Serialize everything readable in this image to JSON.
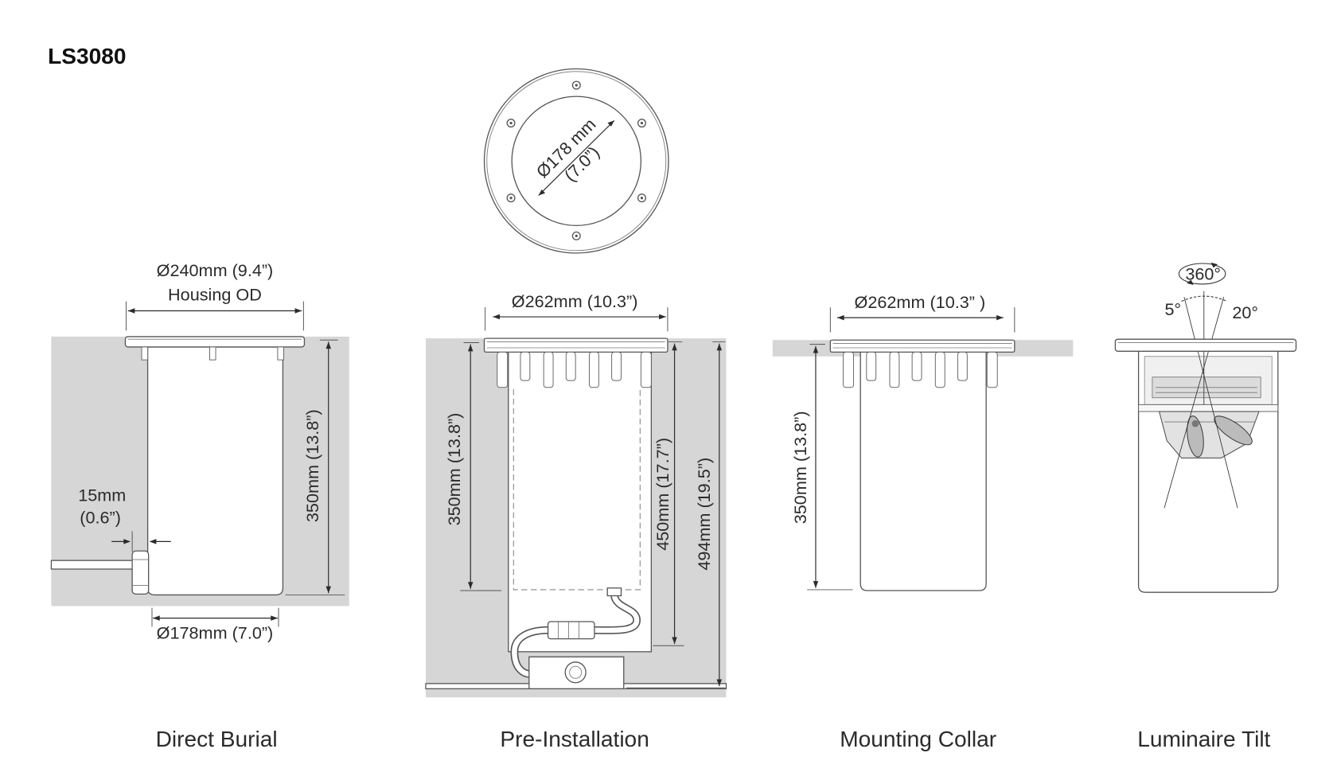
{
  "title": "LS3080",
  "top_view": {
    "diameter": "Ø178 mm",
    "diameter_in": "(7.0”)"
  },
  "direct_burial": {
    "caption": "Direct Burial",
    "housing_od_dim": "Ø240mm (9.4”)",
    "housing_od_label": "Housing OD",
    "height_dim": "350mm (13.8”)",
    "wall_dim_mm": "15mm",
    "wall_dim_in": "(0.6”)",
    "base_dim": "Ø178mm (7.0”)"
  },
  "pre_installation": {
    "caption": "Pre-Installation",
    "flange_dim": "Ø262mm (10.3”)",
    "housing_height_dim": "350mm (13.8”)",
    "sleeve_height_dim": "450mm (17.7”)",
    "overall_height_dim": "494mm (19.5”)"
  },
  "mounting_collar": {
    "caption": "Mounting Collar",
    "flange_dim": "Ø262mm (10.3” )",
    "height_dim": "350mm (13.8”)"
  },
  "luminaire_tilt": {
    "caption": "Luminaire Tilt",
    "rotation": "360°",
    "tilt_min": "5°",
    "tilt_max": "20°"
  },
  "colors": {
    "ground": "#d6d6d6",
    "line": "#555555",
    "text": "#2b2b2b"
  }
}
